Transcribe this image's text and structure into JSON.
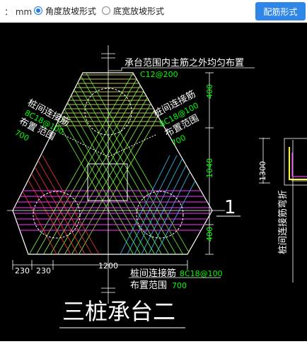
{
  "toolbar": {
    "unit_prefix": "：",
    "unit": "mm",
    "option_angle": "角度放坡形式",
    "option_width": "底宽放坡形式",
    "selected": "angle",
    "button_label": "配筋形式"
  },
  "drawing": {
    "note_top": "承台范围内主筋之外均匀布置",
    "rebar_top": "C12@200",
    "left_label_line1": "桩间连接筋",
    "left_label_rebar": "8C18@100",
    "left_label_line2": "布置",
    "left_label_line3": "范围",
    "left_label_dim": "700",
    "right_label_line1": "桩间连接筋",
    "right_label_rebar": "8C18@100",
    "right_label_line2": "布置范围",
    "right_label_dim": "700",
    "bottom_label_line1": "桩间连接筋",
    "bottom_label_rebar": "8C18@100",
    "bottom_label_line2": "布置范围",
    "bottom_label_dim": "700",
    "dim_right_top": "400",
    "dim_right_mid": "1040",
    "dim_right_bottom": "400",
    "dim_bottom_1": "230",
    "dim_bottom_2": "230",
    "dim_bottom_3": "1200",
    "side_dim": "1300",
    "side_label": "桩间连接筋弯折",
    "section_number": "1",
    "title": "三桩承台二"
  },
  "colors": {
    "accent": "#2f86e6",
    "dim_green": "#00ff00",
    "rebar_yellow": "#ffff66",
    "rebar_green": "#66ff33",
    "rebar_red": "#ff3333",
    "rebar_cyan": "#33ccff",
    "rebar_magenta": "#ff33ff"
  }
}
